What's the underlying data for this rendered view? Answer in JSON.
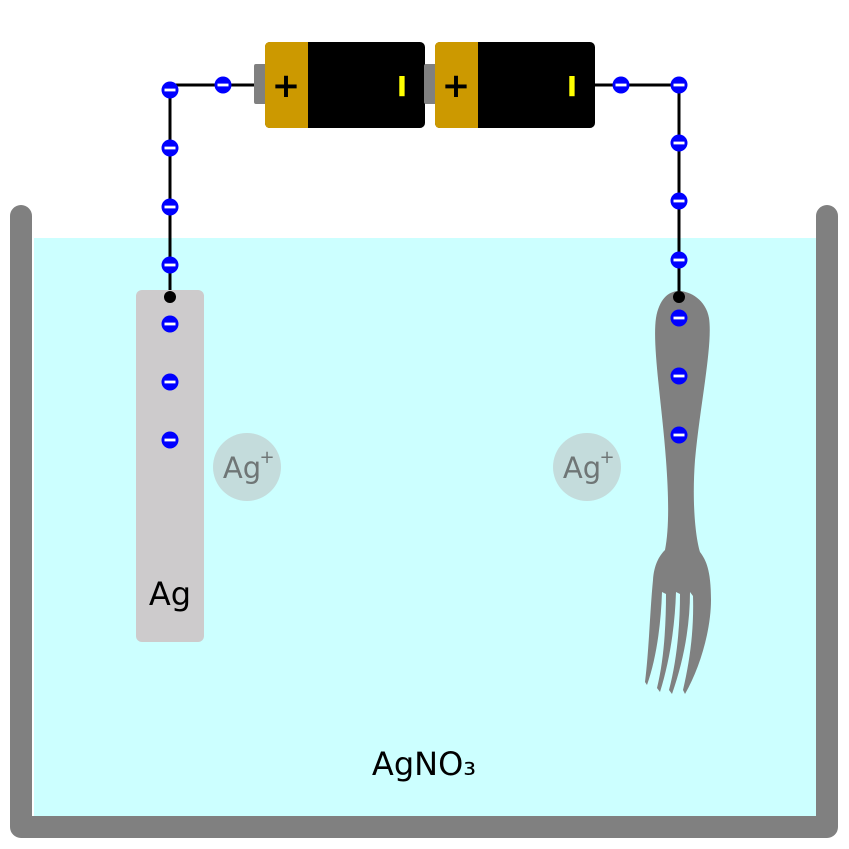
{
  "diagram": {
    "electrode_left_label": "Ag",
    "solution_label": "AgNO₃",
    "ions": [
      {
        "symbol": "Ag",
        "charge": "+"
      },
      {
        "symbol": "Ag",
        "charge": "+"
      }
    ],
    "batteries": [
      {
        "positive_symbol": "+",
        "negative_symbol": "I"
      },
      {
        "positive_symbol": "+",
        "negative_symbol": "I"
      }
    ],
    "electron_symbol": "−",
    "colors": {
      "solution": "#ccffff",
      "container": "#808080",
      "silver_electrode": "#cdcbcc",
      "fork": "#808080",
      "ion": "#c4dcdc",
      "ion_text": "#6f7676",
      "electron": "#0000ff",
      "battery_body": "#000000",
      "battery_cap": "#cc9900",
      "battery_terminal": "#808080",
      "battery_negative_mark": "#ffff00",
      "wire": "#000000"
    }
  }
}
